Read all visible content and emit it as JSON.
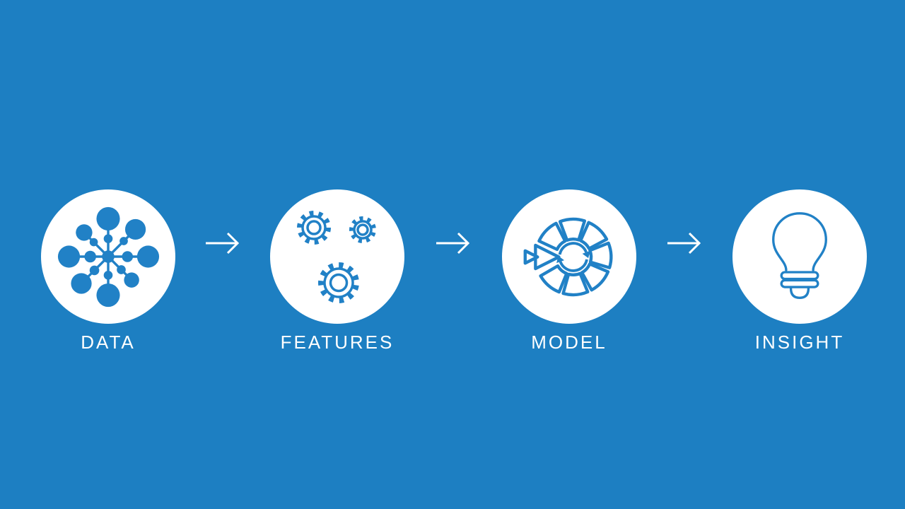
{
  "slide": {
    "background_color": "#1d7fc2",
    "icon_color": "#2181c6",
    "text_color": "#ffffff"
  },
  "pipeline": {
    "steps": [
      {
        "label": "DATA",
        "icon": "data-network-icon"
      },
      {
        "label": "FEATURES",
        "icon": "gears-icon"
      },
      {
        "label": "MODEL",
        "icon": "model-cycle-icon"
      },
      {
        "label": "INSIGHT",
        "icon": "lightbulb-icon"
      }
    ],
    "connector_icon": "arrow-right-icon"
  }
}
